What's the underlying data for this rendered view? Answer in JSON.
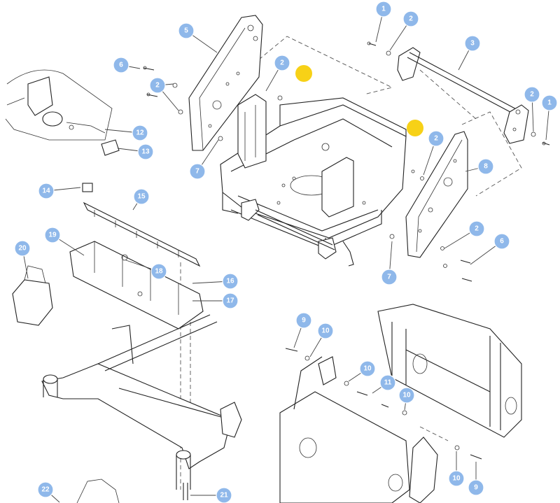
{
  "callouts": [
    {
      "id": "c1a",
      "label": "1"
    },
    {
      "id": "c2a",
      "label": "2"
    },
    {
      "id": "c3",
      "label": "3"
    },
    {
      "id": "c5",
      "label": "5"
    },
    {
      "id": "c2b",
      "label": "2"
    },
    {
      "id": "c6a",
      "label": "6"
    },
    {
      "id": "c2c",
      "label": "2"
    },
    {
      "id": "c2d",
      "label": "2"
    },
    {
      "id": "c1b",
      "label": "1"
    },
    {
      "id": "c2e",
      "label": "2"
    },
    {
      "id": "c8",
      "label": "8"
    },
    {
      "id": "c12",
      "label": "12"
    },
    {
      "id": "c13",
      "label": "13"
    },
    {
      "id": "c7a",
      "label": "7"
    },
    {
      "id": "c14",
      "label": "14"
    },
    {
      "id": "c15",
      "label": "15"
    },
    {
      "id": "c19",
      "label": "19"
    },
    {
      "id": "c20",
      "label": "20"
    },
    {
      "id": "c18",
      "label": "18"
    },
    {
      "id": "c2f",
      "label": "2"
    },
    {
      "id": "c6b",
      "label": "6"
    },
    {
      "id": "c7b",
      "label": "7"
    },
    {
      "id": "c16",
      "label": "16"
    },
    {
      "id": "c17",
      "label": "17"
    },
    {
      "id": "c9a",
      "label": "9"
    },
    {
      "id": "c10a",
      "label": "10"
    },
    {
      "id": "c10b",
      "label": "10"
    },
    {
      "id": "c11",
      "label": "11"
    },
    {
      "id": "c10c",
      "label": "10"
    },
    {
      "id": "c10d",
      "label": "10"
    },
    {
      "id": "c9b",
      "label": "9"
    },
    {
      "id": "c22",
      "label": "22"
    },
    {
      "id": "c21",
      "label": "21"
    }
  ],
  "colors": {
    "callout_fill": "#8fb8ea",
    "callout_text": "#ffffff",
    "marker": "#f7d117",
    "line": "#222222"
  }
}
